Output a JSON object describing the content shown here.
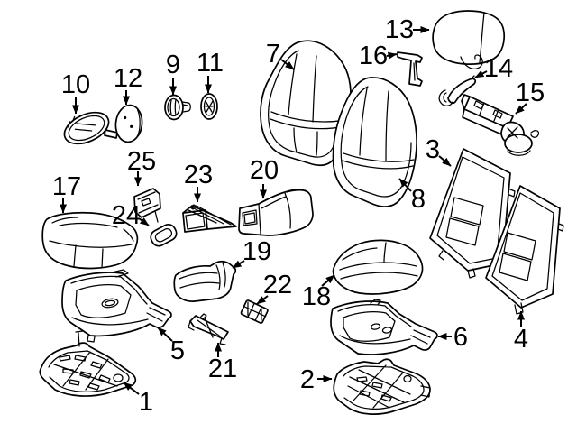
{
  "diagram": {
    "type": "exploded-parts-line-drawing",
    "background_color": "#ffffff",
    "line_color": "#000000"
  },
  "callouts": [
    {
      "label": "1",
      "part": "seat-frame-pan"
    },
    {
      "label": "2",
      "part": "rear-cushion-pan"
    },
    {
      "label": "3",
      "part": "seatback-frame-panel-left"
    },
    {
      "label": "4",
      "part": "seatback-frame-panel-right"
    },
    {
      "label": "5",
      "part": "cushion-support"
    },
    {
      "label": "6",
      "part": "rear-cushion-support"
    },
    {
      "label": "7",
      "part": "seatback-cushion-left"
    },
    {
      "label": "8",
      "part": "seatback-cushion-center"
    },
    {
      "label": "9",
      "part": "grommet"
    },
    {
      "label": "10",
      "part": "end-cap"
    },
    {
      "label": "11",
      "part": "plug"
    },
    {
      "label": "12",
      "part": "cover-disc"
    },
    {
      "label": "13",
      "part": "headrest"
    },
    {
      "label": "14",
      "part": "guide-lever"
    },
    {
      "label": "15",
      "part": "lock-mechanism"
    },
    {
      "label": "16",
      "part": "mounting-bracket"
    },
    {
      "label": "17",
      "part": "seat-cushion-left"
    },
    {
      "label": "18",
      "part": "seat-cushion-right"
    },
    {
      "label": "19",
      "part": "bolster-cushion"
    },
    {
      "label": "20",
      "part": "armrest-body"
    },
    {
      "label": "21",
      "part": "support-bracket"
    },
    {
      "label": "22",
      "part": "switch-panel"
    },
    {
      "label": "23",
      "part": "vent-grille"
    },
    {
      "label": "24",
      "part": "trim-bezel"
    },
    {
      "label": "25",
      "part": "latch-cover"
    }
  ]
}
